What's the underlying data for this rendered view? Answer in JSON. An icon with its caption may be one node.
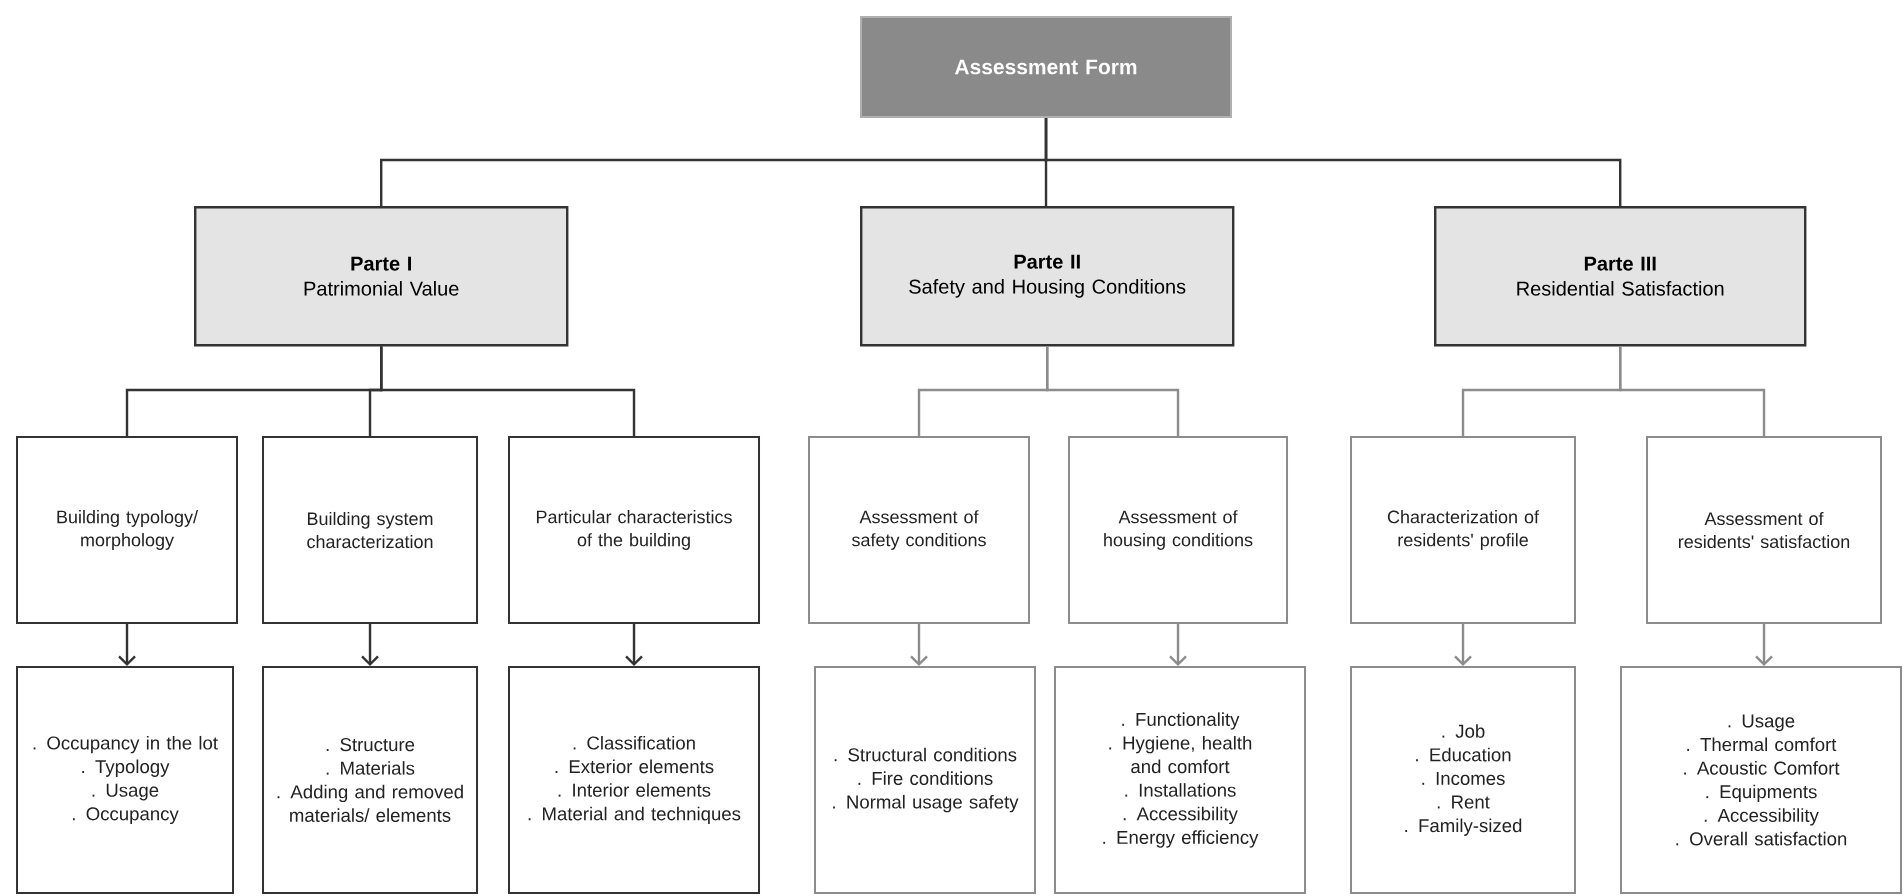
{
  "diagram": {
    "nodes": [
      {
        "text": [
          "Assessment Form"
        ]
      },
      {
        "text": [
          "Parte I",
          "Patrimonial Value"
        ]
      },
      {
        "text": [
          "Parte II",
          "Safety and Housing Conditions"
        ]
      },
      {
        "text": [
          "Parte III",
          "Residential Satisfaction"
        ]
      },
      {
        "text": [
          "Building typology/ morphology"
        ]
      },
      {
        "text": [
          "Building system characterization"
        ]
      },
      {
        "text": [
          "Particular characteristics of the building"
        ]
      },
      {
        "text": [
          "Assessment of safety conditions"
        ]
      },
      {
        "text": [
          "Assessment of housing conditions"
        ]
      },
      {
        "text": [
          "Characterization of residents' profile"
        ]
      },
      {
        "text": [
          "Assessment of residents' satisfaction"
        ]
      },
      {
        "text": [
          ". Occupancy in the lot",
          ". Typology",
          ". Usage",
          ". Occupancy"
        ]
      },
      {
        "text": [
          ". Structure",
          ". Materials",
          ". Adding and removed materials/ elements"
        ]
      },
      {
        "text": [
          ". Classification",
          ". Exterior elements",
          ". Interior elements",
          ". Material and techniques"
        ]
      },
      {
        "text": [
          ". Structural conditions",
          ". Fire conditions",
          ". Normal usage safety"
        ]
      },
      {
        "text": [
          ". Functionality",
          ". Hygiene, health and comfort",
          ". Installations",
          ". Accessibility",
          ". Energy efficiency"
        ]
      },
      {
        "text": [
          ". Job",
          ". Education",
          ". Incomes",
          ". Rent",
          ". Family-sized"
        ]
      },
      {
        "text": [
          ". Usage",
          ". Thermal comfort",
          ". Acoustic Comfort",
          ". Equipments",
          ". Accessibility",
          ". Overall satisfaction"
        ]
      }
    ],
    "edges": [
      {
        "from": 0,
        "to": 1,
        "arrow": "none"
      },
      {
        "from": 0,
        "to": 2,
        "arrow": "none"
      },
      {
        "from": 0,
        "to": 3,
        "arrow": "none"
      },
      {
        "from": 1,
        "to": 4,
        "arrow": "none"
      },
      {
        "from": 1,
        "to": 5,
        "arrow": "none"
      },
      {
        "from": 1,
        "to": 6,
        "arrow": "none"
      },
      {
        "from": 2,
        "to": 7,
        "arrow": "none",
        "color": "#8c8c8c"
      },
      {
        "from": 2,
        "to": 8,
        "arrow": "none",
        "color": "#8c8c8c"
      },
      {
        "from": 3,
        "to": 9,
        "arrow": "none",
        "color": "#8c8c8c"
      },
      {
        "from": 3,
        "to": 10,
        "arrow": "none",
        "color": "#8c8c8c"
      },
      {
        "from": 4,
        "to": 11,
        "arrow": "to"
      },
      {
        "from": 5,
        "to": 12,
        "arrow": "to"
      },
      {
        "from": 6,
        "to": 13,
        "arrow": "to"
      },
      {
        "from": 7,
        "to": 14,
        "arrow": "to",
        "color": "#8c8c8c"
      },
      {
        "from": 8,
        "to": 15,
        "arrow": "to",
        "color": "#8c8c8c"
      },
      {
        "from": 9,
        "to": 16,
        "arrow": "to",
        "color": "#8c8c8c"
      },
      {
        "from": 10,
        "to": 17,
        "arrow": "to",
        "color": "#8c8c8c"
      }
    ]
  }
}
